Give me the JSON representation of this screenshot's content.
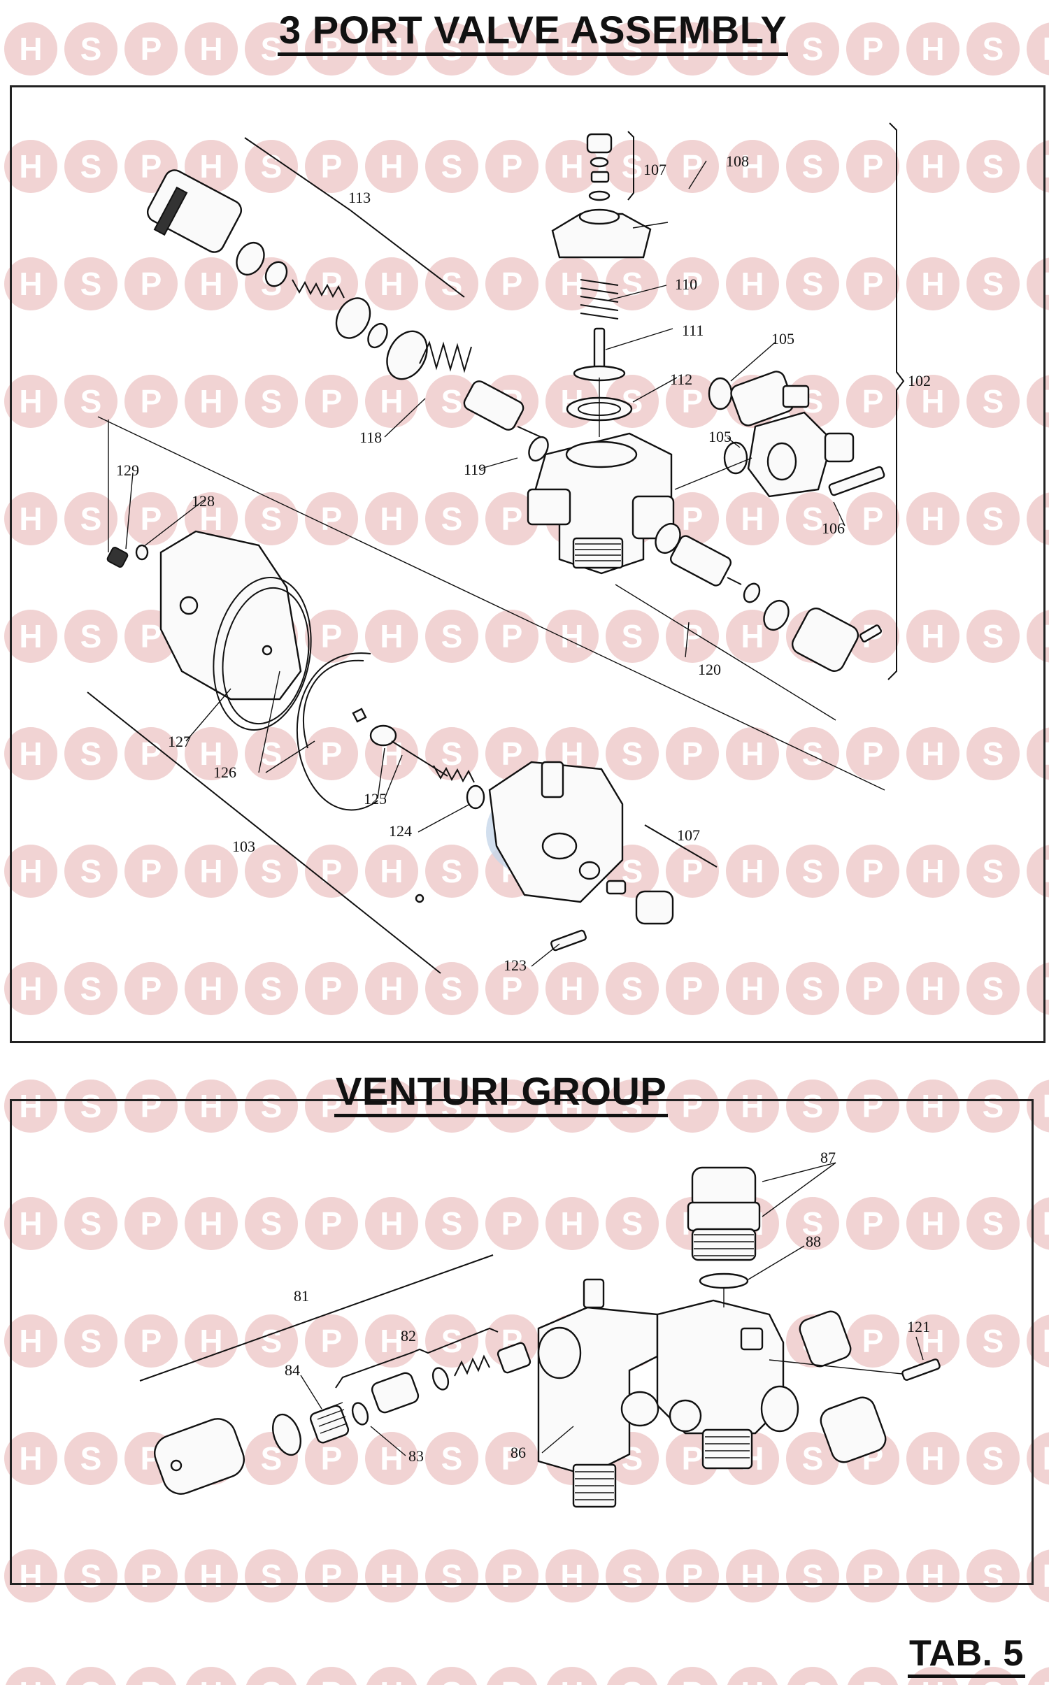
{
  "titles": {
    "main": "3 PORT VALVE ASSEMBLY",
    "venturi": "VENTURI GROUP",
    "tab": "TAB. 5"
  },
  "watermark": {
    "letters": [
      "H",
      "S",
      "P"
    ],
    "circle_color": "#f1d3d3",
    "letter_color": "#ffffff",
    "center_circle_color": "#c7d7ea"
  },
  "callouts_top": [
    "113",
    "107",
    "108",
    "110",
    "111",
    "112",
    "105",
    "102",
    "118",
    "119",
    "105",
    "106",
    "129",
    "128",
    "120",
    "127",
    "126",
    "125",
    "124",
    "107",
    "103",
    "123"
  ],
  "callouts_venturi": [
    "87",
    "88",
    "81",
    "82",
    "121",
    "84",
    "83",
    "86"
  ],
  "colors": {
    "ink": "#111111",
    "background": "#ffffff"
  }
}
